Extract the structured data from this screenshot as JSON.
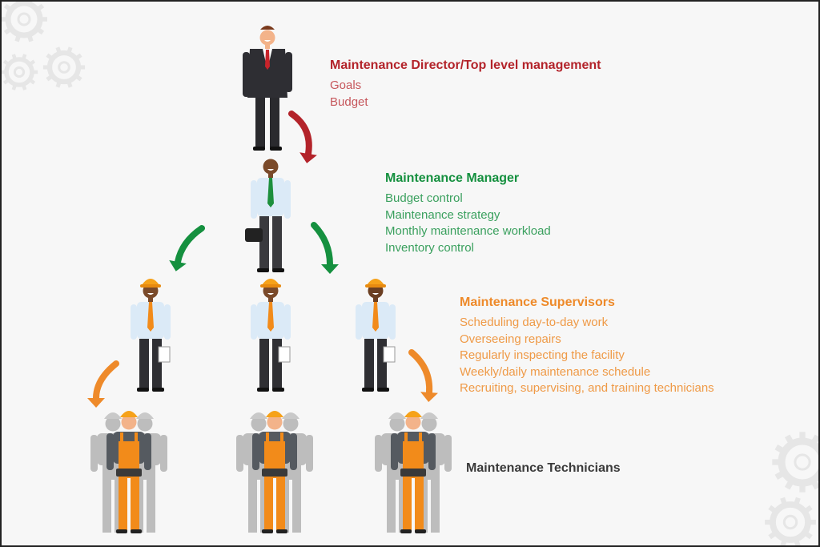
{
  "colors": {
    "director": "#b3232a",
    "manager": "#15903f",
    "supervisor": "#ee8a2a",
    "technician": "#3a3a3a",
    "safety_orange": "#f28b1a",
    "helmet": "#f6a21a"
  },
  "levels": {
    "director": {
      "title": "Maintenance Director/Top level management",
      "items": [
        "Goals",
        "Budget"
      ]
    },
    "manager": {
      "title": "Maintenance Manager",
      "items": [
        "Budget control",
        "Maintenance strategy",
        "Monthly maintenance workload",
        "Inventory control"
      ]
    },
    "supervisors": {
      "title": "Maintenance Supervisors",
      "items": [
        "Scheduling day-to-day work",
        "Overseeing repairs",
        "Regularly inspecting the facility",
        "Weekly/daily maintenance schedule",
        "Recruiting, supervising, and training technicians"
      ]
    },
    "technicians": {
      "title": "Maintenance Technicians"
    }
  }
}
